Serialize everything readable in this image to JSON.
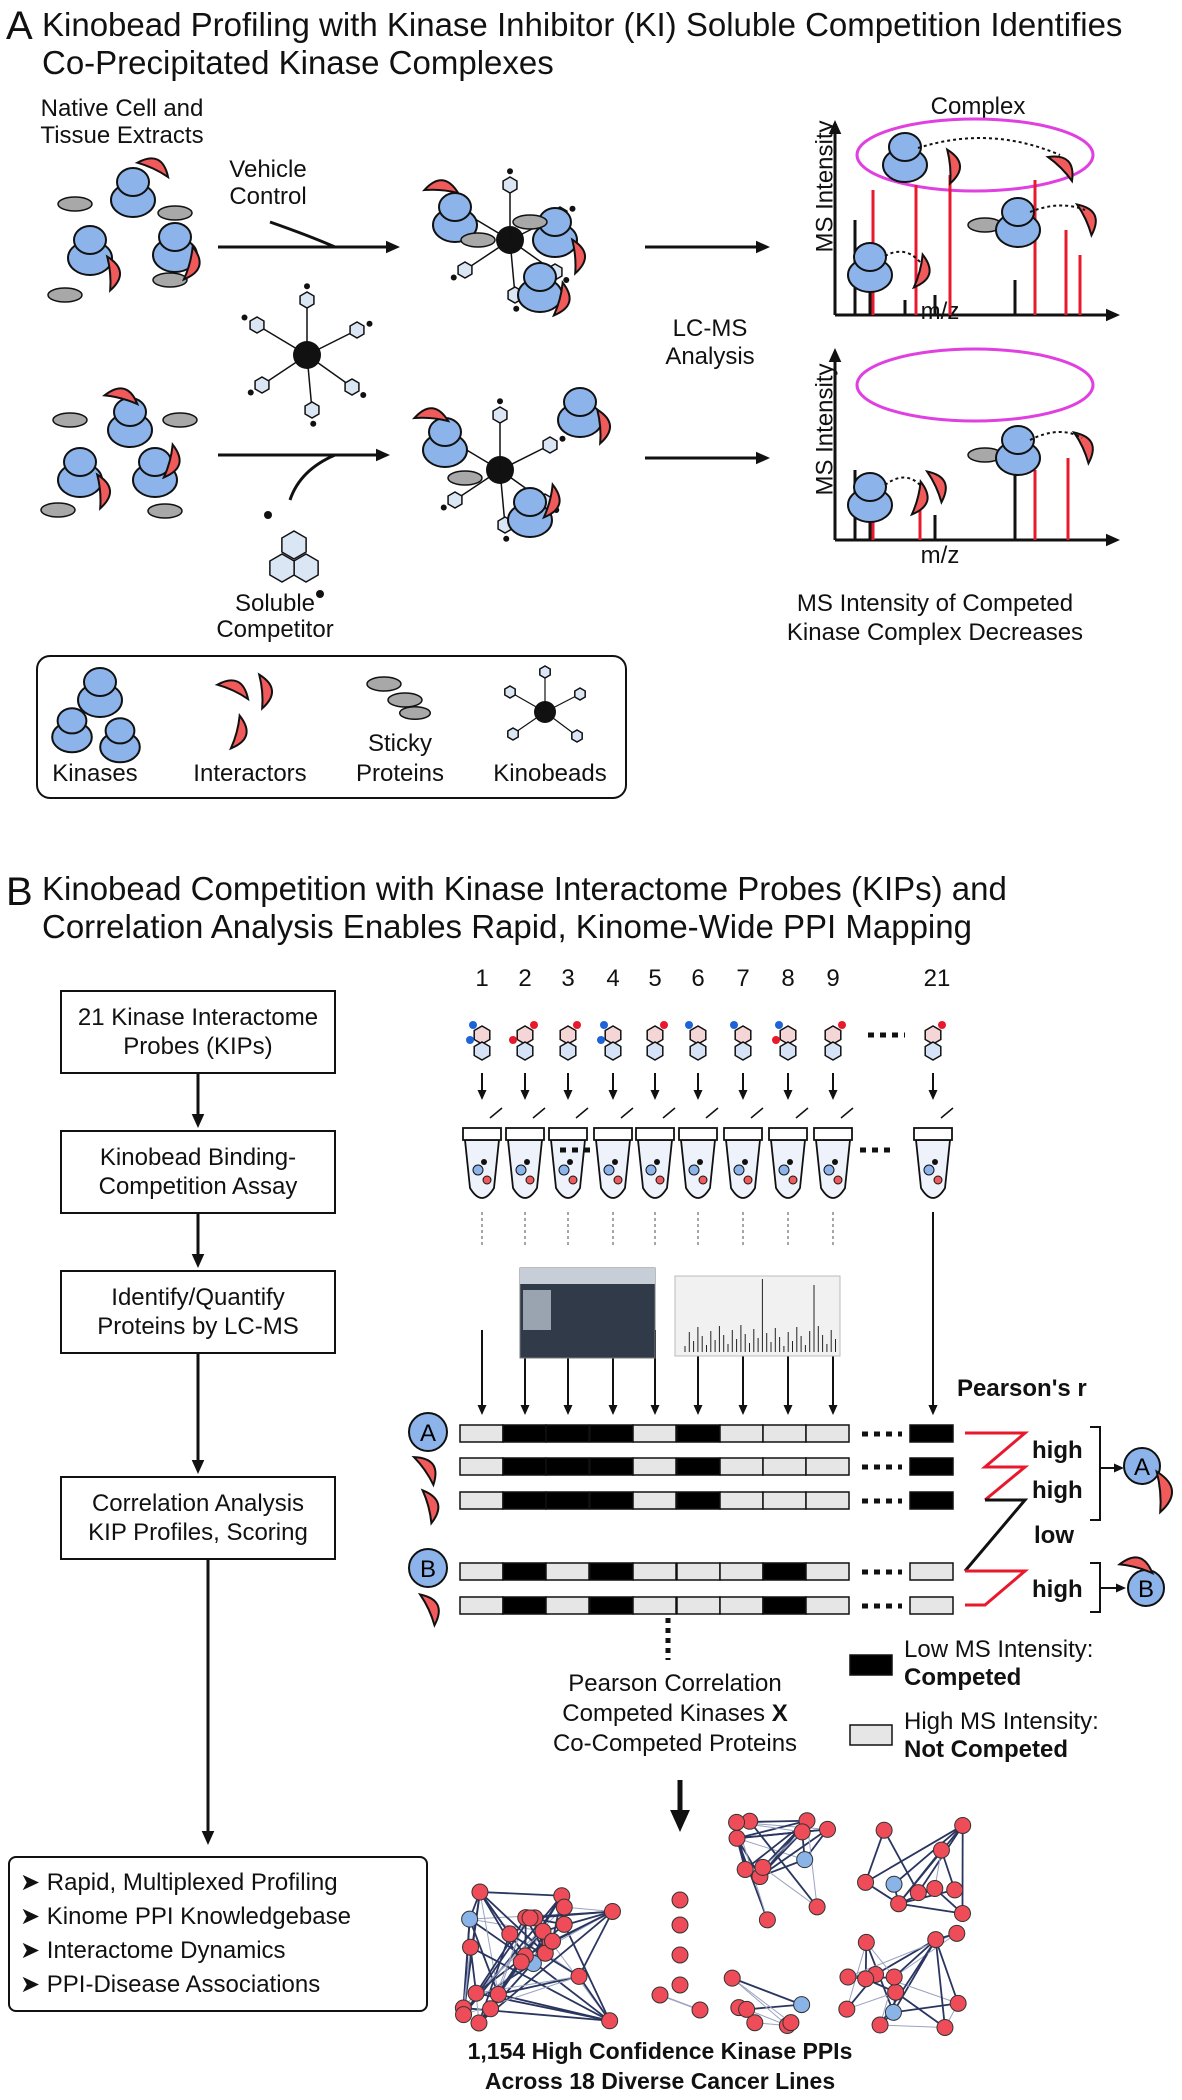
{
  "panel_a": {
    "letter": "A",
    "title_line1": "Kinobead Profiling with Kinase Inhibitor (KI) Soluble Competition Identifies",
    "title_line2": "Co-Precipitated Kinase Complexes",
    "extracts_line1": "Native Cell and",
    "extracts_line2": "Tissue Extracts",
    "vehicle_line1": "Vehicle",
    "vehicle_line2": "Control",
    "lcms_line1": "LC-MS",
    "lcms_line2": "Analysis",
    "soluble_line1": "Soluble",
    "soluble_line2": "Competitor",
    "complex_label": "Complex",
    "y_axis_label": "MS Intensity",
    "x_axis_label": "m/z",
    "result_line1": "MS Intensity of Competed",
    "result_line2": "Kinase Complex Decreases",
    "legend": {
      "kinases": "Kinases",
      "interactors": "Interactors",
      "sticky_line1": "Sticky",
      "sticky_line2": "Proteins",
      "kinobeads": "Kinobeads"
    }
  },
  "panel_b": {
    "letter": "B",
    "title_line1": "Kinobead Competition with Kinase Interactome Probes (KIPs) and",
    "title_line2": "Correlation Analysis Enables Rapid, Kinome-Wide PPI Mapping",
    "steps": [
      {
        "line1": "21 Kinase Interactome",
        "line2": "Probes (KIPs)"
      },
      {
        "line1": "Kinobead Binding-",
        "line2": "Competition Assay"
      },
      {
        "line1": "Identify/Quantify",
        "line2": "Proteins by LC-MS"
      },
      {
        "line1": "Correlation Analysis",
        "line2": "KIP Profiles, Scoring"
      }
    ],
    "probe_numbers": [
      "1",
      "2",
      "3",
      "4",
      "5",
      "6",
      "7",
      "8",
      "9",
      "21"
    ],
    "pearson_header": "Pearson's r",
    "correlations": [
      "high",
      "high",
      "low",
      "high"
    ],
    "kinase_a": "A",
    "kinase_b": "B",
    "pearson_caption_line1": "Pearson Correlation",
    "pearson_caption_line2a": "Competed Kinases ",
    "pearson_caption_line2b": "X",
    "pearson_caption_line3": "Co-Competed Proteins",
    "legend_low_line1": "Low MS Intensity:",
    "legend_low_line2": "Competed",
    "legend_high_line1": "High MS Intensity:",
    "legend_high_line2": "Not Competed",
    "outcomes": [
      "Rapid, Multiplexed Profiling",
      "Kinome PPI Knowledgebase",
      "Interactome Dynamics",
      "PPI-Disease Associations"
    ],
    "footer_line1": "1,154 High Confidence Kinase PPIs",
    "footer_line2": "Across 18 Diverse Cancer Lines"
  },
  "colors": {
    "kinase_blue": "#8db4ea",
    "interactor_red": "#f15a5a",
    "sticky_gray": "#a8a8a8",
    "magenta": "#e040e0",
    "peak_red": "#e8192c",
    "node_red": "#ee4c58",
    "node_blue": "#8ab3e8",
    "edge_navy": "#2a3560"
  }
}
